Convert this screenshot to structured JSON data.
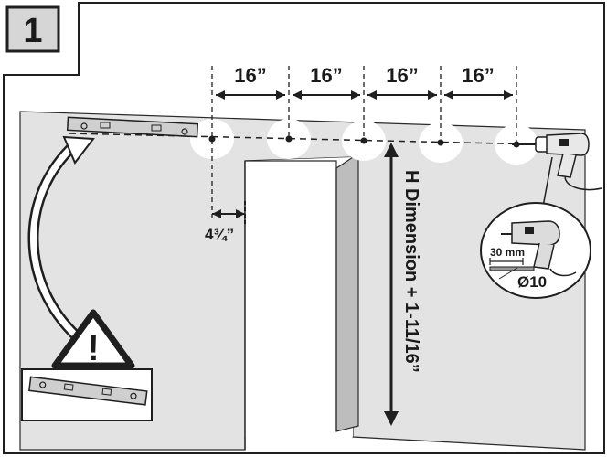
{
  "step_number": "1",
  "spacing_labels": [
    "16”",
    "16”",
    "16”",
    "16”"
  ],
  "edge_offset_label": "4¾”",
  "height_label": "H Dimension + 1-11/16”",
  "drill": {
    "depth_label": "30 mm",
    "diameter_label": "Ø10"
  },
  "warning_mark": "!",
  "colors": {
    "wall": "#e3e3e3",
    "line": "#1f1f1f",
    "spot": "#ffffff",
    "door_jamb": "#bdbdbd"
  }
}
